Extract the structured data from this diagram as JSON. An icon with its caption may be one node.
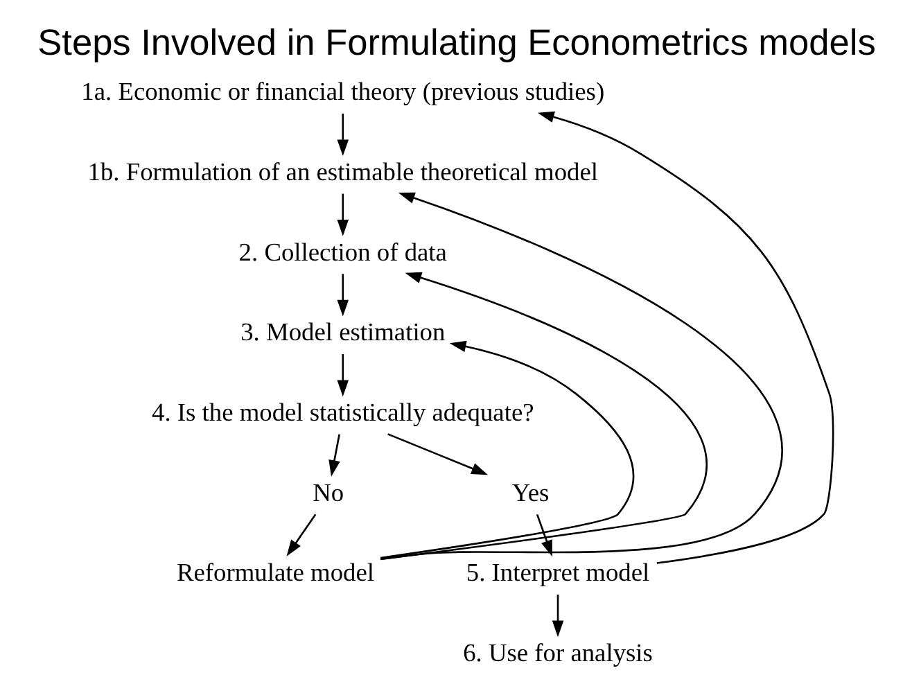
{
  "diagram": {
    "title": "Steps Involved in Formulating Econometrics models",
    "nodes": [
      {
        "text": [
          "1a. Economic or financial theory (previous studies)"
        ]
      },
      {
        "text": [
          "1b. Formulation of an estimable theoretical model"
        ]
      },
      {
        "text": [
          "2. Collection of data"
        ]
      },
      {
        "text": [
          "3. Model estimation"
        ]
      },
      {
        "text": [
          "4. Is the model statistically adequate?"
        ]
      },
      {
        "text": [
          "No"
        ]
      },
      {
        "text": [
          "Yes"
        ]
      },
      {
        "text": [
          "Reformulate model"
        ]
      },
      {
        "text": [
          "5. Interpret model"
        ]
      },
      {
        "text": [
          "6. Use for analysis"
        ]
      }
    ],
    "edges": [
      {
        "from": 0,
        "to": 1,
        "arrow": "to"
      },
      {
        "from": 1,
        "to": 2,
        "arrow": "to"
      },
      {
        "from": 2,
        "to": 3,
        "arrow": "to"
      },
      {
        "from": 3,
        "to": 4,
        "arrow": "to"
      },
      {
        "from": 4,
        "to": 5,
        "arrow": "to"
      },
      {
        "from": 4,
        "to": 6,
        "arrow": "to"
      },
      {
        "from": 5,
        "to": 7,
        "arrow": "to"
      },
      {
        "from": 6,
        "to": 8,
        "arrow": "to"
      },
      {
        "from": 8,
        "to": 9,
        "arrow": "to"
      },
      {
        "from": 8,
        "to": 0,
        "arrow": "to"
      },
      {
        "from": 7,
        "to": 1,
        "arrow": "to"
      },
      {
        "from": 7,
        "to": 2,
        "arrow": "to"
      },
      {
        "from": 7,
        "to": 3,
        "arrow": "to"
      }
    ]
  }
}
